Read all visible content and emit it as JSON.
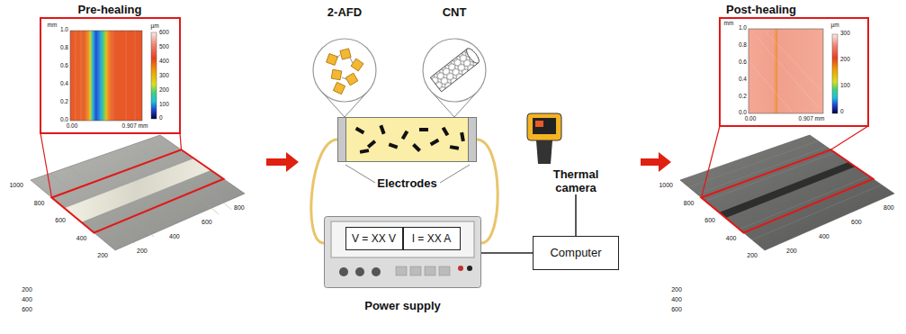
{
  "diagram": {
    "nodes": [
      {
        "text": [
          "2-AFD"
        ]
      },
      {
        "text": [
          "CNT"
        ]
      },
      {
        "text": [
          "Electrodes"
        ]
      },
      {
        "text": [
          "Thermal camera"
        ]
      },
      {
        "text": [
          "Power supply"
        ]
      },
      {
        "text": [
          "V = XX V"
        ],
        "in": 4
      },
      {
        "text": [
          "I = XX A"
        ],
        "in": 4
      },
      {
        "text": [
          "Computer"
        ]
      }
    ],
    "edges": [
      {
        "from": 0,
        "to": 2,
        "arrow": "none"
      },
      {
        "from": 1,
        "to": 2,
        "arrow": "none"
      },
      {
        "from": 2,
        "to": 4,
        "arrow": "none"
      },
      {
        "from": 2,
        "to": 4,
        "arrow": "none"
      },
      {
        "from": 4,
        "to": 7,
        "arrow": "none"
      },
      {
        "from": 3,
        "to": 7,
        "arrow": "none"
      }
    ],
    "labels": [
      "Pre-healing",
      "mm",
      "1.0",
      "0.8",
      "0.6",
      "0.4",
      "0.2",
      "0.0",
      "0.00",
      "0.907 mm",
      "µm",
      "600",
      "500",
      "400",
      "300",
      "200",
      "100",
      "0",
      "1000",
      "800",
      "600",
      "400",
      "200",
      "200",
      "400",
      "600",
      "800",
      "200",
      "400",
      "600",
      "Post-healing",
      "mm",
      "1.0",
      "0.8",
      "0.6",
      "0.4",
      "0.2",
      "0.0",
      "0.00",
      "0.907 mm",
      "µm",
      "300",
      "200",
      "100",
      "0",
      "1000",
      "800",
      "600",
      "400",
      "200",
      "200",
      "400",
      "600",
      "800",
      "200",
      "400",
      "600"
    ]
  }
}
